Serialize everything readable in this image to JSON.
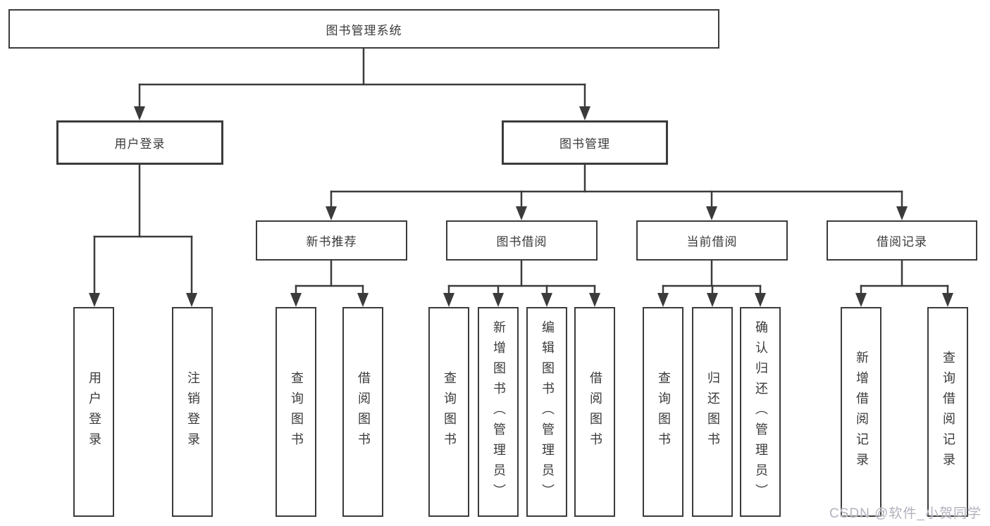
{
  "diagram": {
    "root": {
      "label": "图书管理系统"
    },
    "branches": [
      {
        "label": "用户登录",
        "children": [
          {
            "label": "用户登录"
          },
          {
            "label": "注销登录"
          }
        ]
      },
      {
        "label": "图书管理",
        "groups": [
          {
            "label": "新书推荐",
            "children": [
              {
                "label": "查询图书"
              },
              {
                "label": "借阅图书"
              }
            ]
          },
          {
            "label": "图书借阅",
            "children": [
              {
                "label": "查询图书"
              },
              {
                "label": "新增图书（管理员）"
              },
              {
                "label": "编辑图书（管理员）"
              },
              {
                "label": "借阅图书"
              }
            ]
          },
          {
            "label": "当前借阅",
            "children": [
              {
                "label": "查询图书"
              },
              {
                "label": "归还图书"
              },
              {
                "label": "确认归还（管理员）"
              }
            ]
          },
          {
            "label": "借阅记录",
            "children": [
              {
                "label": "新增借阅记录"
              },
              {
                "label": "查询借阅记录"
              }
            ]
          }
        ]
      }
    ]
  },
  "colors": {
    "line": "#3b3b3b",
    "text": "#3a3a3a",
    "watermark": "#b2b2be"
  },
  "watermark": {
    "text": "CSDN @软件_小贺同学"
  }
}
